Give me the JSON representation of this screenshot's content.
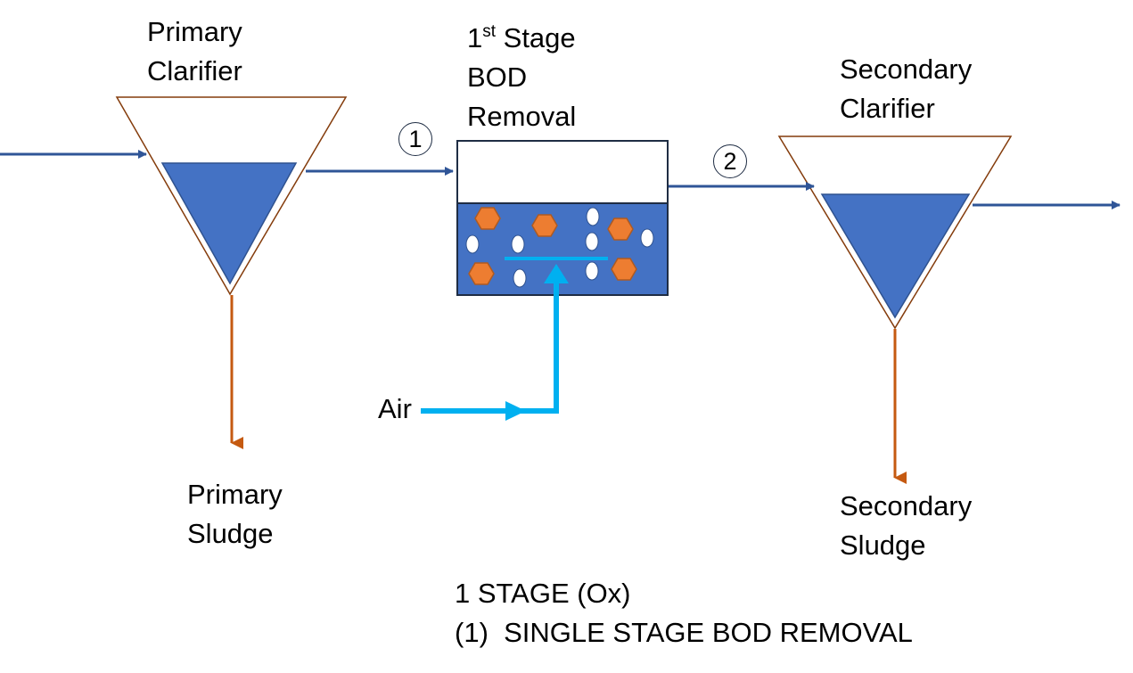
{
  "labels": {
    "primary_clarifier": [
      "Primary",
      "Clarifier"
    ],
    "stage_ordinal": "1",
    "stage_superscript": "st",
    "stage_rest": " Stage",
    "stage_lines": [
      "BOD",
      "Removal"
    ],
    "secondary_clarifier": [
      "Secondary",
      "Clarifier"
    ],
    "primary_sludge": [
      "Primary",
      "Sludge"
    ],
    "secondary_sludge": [
      "Secondary",
      "Sludge"
    ],
    "air": "Air"
  },
  "stream_numbers": [
    "1",
    "2"
  ],
  "caption": {
    "line1": "1 STAGE (Ox)",
    "line2": "(1)  SINGLE STAGE BOD REMOVAL"
  },
  "colors": {
    "flow_arrow": "#2f5597",
    "sludge_arrow": "#c55a11",
    "air_line": "#00b0f0",
    "water_fill": "#4472c4",
    "clarifier_outline": "#843c0c",
    "reactor_outline": "#1f2d44",
    "hexagon_fill": "#ed7d31",
    "hexagon_outline": "#ae5a21",
    "bubble_fill": "#ffffff"
  }
}
